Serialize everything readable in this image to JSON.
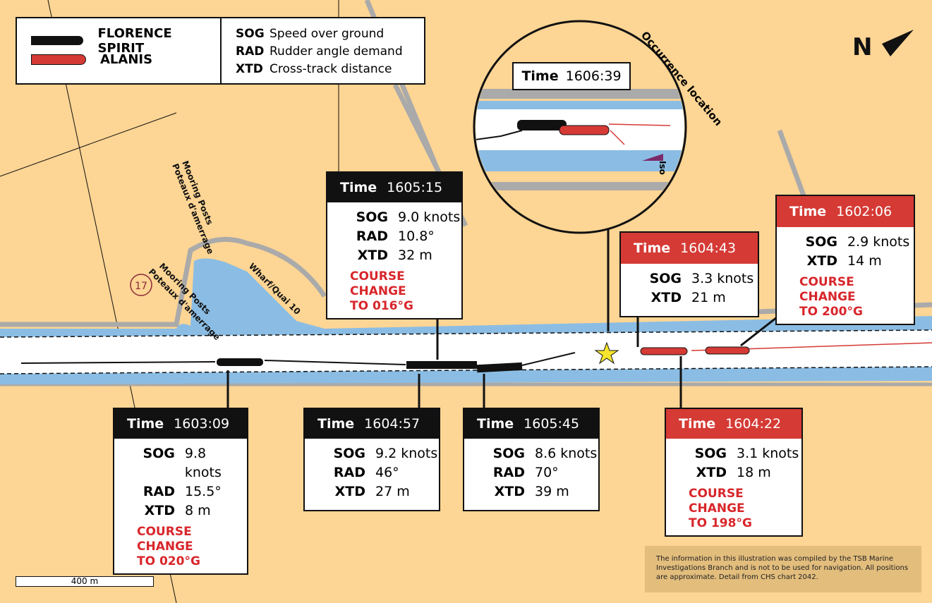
{
  "legend": {
    "vessels": [
      {
        "name": "FLORENCE SPIRIT",
        "color": "#111111"
      },
      {
        "name": "ALANIS",
        "color": "#d53a35"
      }
    ],
    "abbreviations": [
      {
        "abbr": "SOG",
        "meaning": "Speed over ground"
      },
      {
        "abbr": "RAD",
        "meaning": "Rudder angle demand"
      },
      {
        "abbr": "XTD",
        "meaning": "Cross-track distance"
      }
    ]
  },
  "north": "N",
  "inset": {
    "title": "Occurrence location",
    "time_label": "Time",
    "time": "1606:39",
    "buoy": "Iso"
  },
  "map_labels": {
    "mooring1_en": "Mooring Posts",
    "mooring1_fr": "Poteaux d'amerrage",
    "mooring2_en": "Mooring Posts",
    "mooring2_fr": "Poteaux d'amerrage",
    "wharf": "Wharf/Quai 10",
    "marker": "17"
  },
  "boxes": {
    "t160309": {
      "time_label": "Time",
      "time": "1603:09",
      "rows": [
        [
          "SOG",
          "9.8 knots"
        ],
        [
          "RAD",
          "15.5°"
        ],
        [
          "XTD",
          "8 m"
        ]
      ],
      "note1": "COURSE CHANGE",
      "note2": "TO 020°G"
    },
    "t160457": {
      "time_label": "Time",
      "time": "1604:57",
      "rows": [
        [
          "SOG",
          "9.2 knots"
        ],
        [
          "RAD",
          "46°"
        ],
        [
          "XTD",
          "27 m"
        ]
      ]
    },
    "t160515": {
      "time_label": "Time",
      "time": "1605:15",
      "rows": [
        [
          "SOG",
          "9.0 knots"
        ],
        [
          "RAD",
          "10.8°"
        ],
        [
          "XTD",
          "32 m"
        ]
      ],
      "note1": "COURSE CHANGE",
      "note2": "TO 016°G"
    },
    "t160545": {
      "time_label": "Time",
      "time": "1605:45",
      "rows": [
        [
          "SOG",
          "8.6 knots"
        ],
        [
          "RAD",
          "70°"
        ],
        [
          "XTD",
          "39 m"
        ]
      ]
    },
    "t160443": {
      "time_label": "Time",
      "time": "1604:43",
      "rows": [
        [
          "SOG",
          "3.3 knots"
        ],
        [
          "XTD",
          "21 m"
        ]
      ]
    },
    "t160206": {
      "time_label": "Time",
      "time": "1602:06",
      "rows": [
        [
          "SOG",
          "2.9 knots"
        ],
        [
          "XTD",
          "14 m"
        ]
      ],
      "note1": "COURSE CHANGE",
      "note2": "TO 200°G"
    },
    "t160422": {
      "time_label": "Time",
      "time": "1604:22",
      "rows": [
        [
          "SOG",
          "3.1 knots"
        ],
        [
          "XTD",
          "18 m"
        ]
      ],
      "note1": "COURSE CHANGE",
      "note2": "TO 198°G"
    }
  },
  "scale": "400 m",
  "disclaimer": "The information in this illustration was compiled by the TSB Marine Investigations Branch and is not to be used for navigation. All positions are approximate. Detail from CHS chart 2042."
}
